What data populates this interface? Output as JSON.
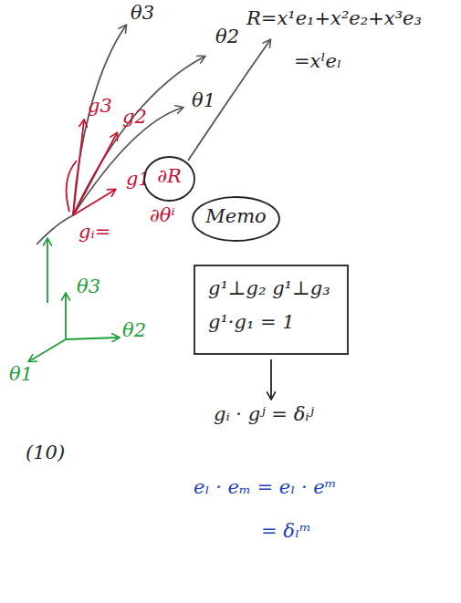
{
  "diagram": {
    "nodes": [
      {
        "text": [
          "∂R"
        ]
      },
      {
        "text": [
          "Memo"
        ]
      },
      {
        "text": [
          "g¹⊥g₂  g¹⊥g₃",
          "g¹·g₁ = 1"
        ]
      }
    ],
    "labels": [
      "θ3",
      "R=x¹e₁+x²e₂+x³e₃",
      "θ2",
      "=xˡeₗ",
      "g3",
      "g2",
      "θ1",
      "g1",
      "gᵢ=",
      "∂θⁱ",
      "θ3",
      "θ2",
      "θ1",
      "gᵢ · gʲ = δᵢʲ",
      "(10)",
      "eₗ · eₘ = eₗ · eᵐ",
      "= δₗᵐ"
    ]
  }
}
